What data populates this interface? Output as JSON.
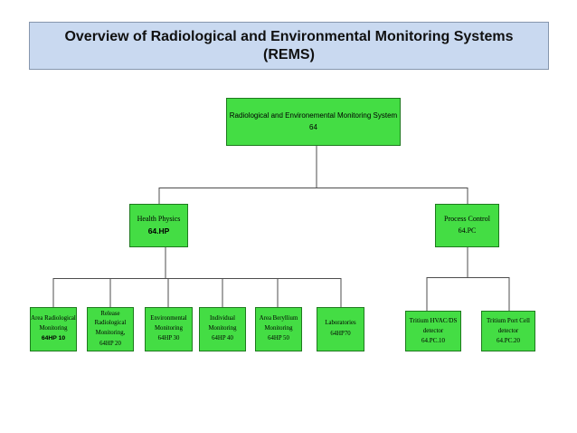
{
  "banner": {
    "title": "Overview of Radiological and Environmental Monitoring Systems\n(REMS)"
  },
  "colors": {
    "banner_bg": "#c9d9f0",
    "banner_border": "#8696ad",
    "node_fill": "#44dd44",
    "node_border": "#1e7a1e",
    "connector": "#4d4d4d"
  },
  "tree": {
    "root": {
      "name": "Radiological and Environemental Monitoring System",
      "code": "64"
    },
    "level2": [
      {
        "name": "Health Physics",
        "code": "64.HP"
      },
      {
        "name": "Process Control",
        "code": "64.PC"
      }
    ],
    "hp_children": [
      {
        "name": "Area Radiological Monitoring",
        "code": "64HP 10"
      },
      {
        "name": "Release Radiological Monitoring,",
        "code": "64HP 20"
      },
      {
        "name": "Environmental Monitoring",
        "code": "64HP 30"
      },
      {
        "name": "Individual Monitoring",
        "code": "64HP 40"
      },
      {
        "name": "Area Beryllium Monitoring",
        "code": "64HP 50"
      },
      {
        "name": "Laboratories",
        "code": "64HP70"
      }
    ],
    "pc_children": [
      {
        "name": "Tritium HVAC/DS detector",
        "code": "64.PC.10"
      },
      {
        "name": "Tritium Port Cell detector",
        "code": "64.PC.20"
      }
    ]
  }
}
